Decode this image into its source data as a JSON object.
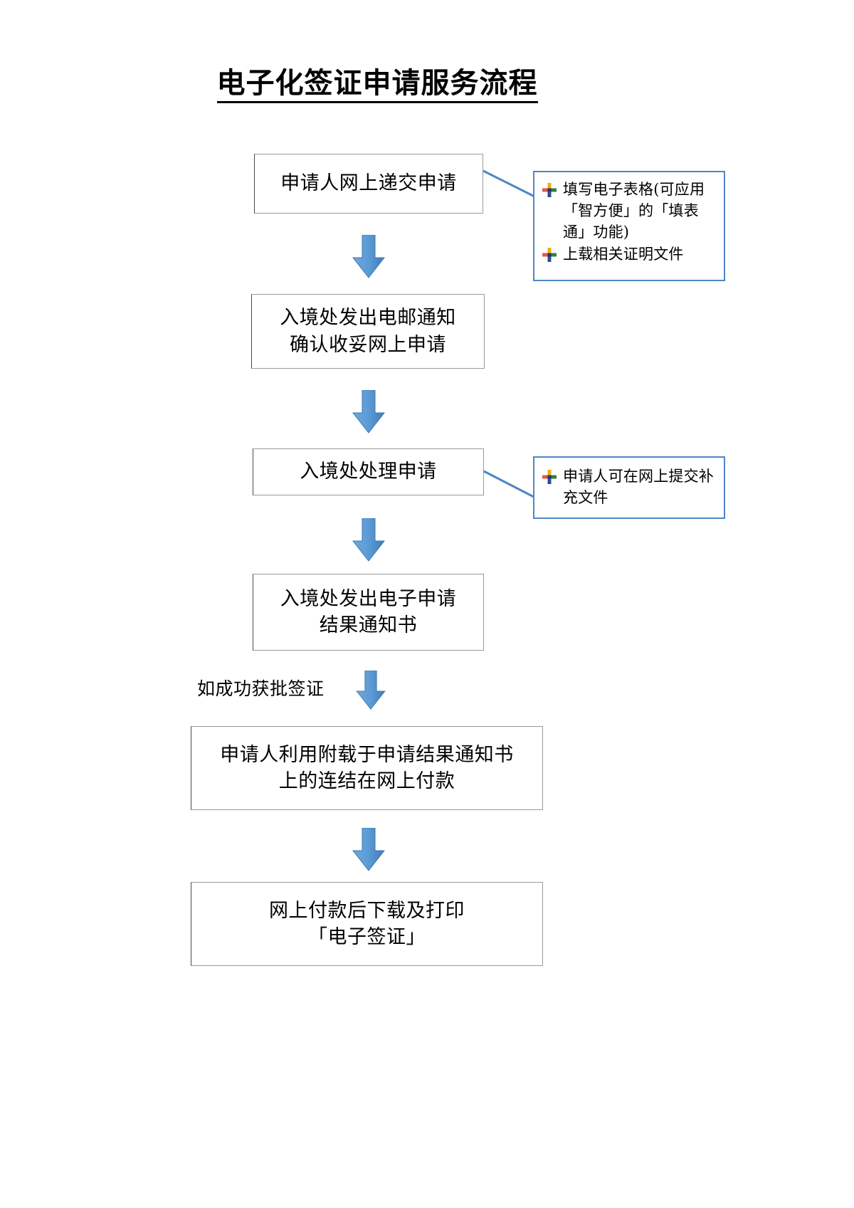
{
  "document": {
    "title": "电子化签证申请服务流程"
  },
  "flow": {
    "steps": [
      {
        "id": "step-1",
        "lines": [
          "申请人网上递交申请"
        ]
      },
      {
        "id": "step-2",
        "lines": [
          "入境处发出电邮通知",
          "确认收妥网上申请"
        ]
      },
      {
        "id": "step-3",
        "lines": [
          "入境处处理申请"
        ]
      },
      {
        "id": "step-4",
        "lines": [
          "入境处发出电子申请",
          "结果通知书"
        ]
      },
      {
        "id": "step-5",
        "lines": [
          "申请人利用附载于申请结果通知书",
          "上的连结在网上付款"
        ]
      },
      {
        "id": "step-6",
        "lines": [
          "网上付款后下载及打印",
          "「电子签证」"
        ]
      }
    ],
    "condition_label": "如成功获批签证"
  },
  "callouts": [
    {
      "id": "callout-1",
      "attached_to": "step-1",
      "items": [
        "填写电子表格(可应用「智方便」的「填表通」功能)",
        "上载相关证明文件"
      ]
    },
    {
      "id": "callout-2",
      "attached_to": "step-3",
      "items": [
        "申请人可在网上提交补充文件"
      ]
    }
  ],
  "icons": {
    "bullet": "four-color-cross-bullet-icon",
    "arrow": "down-arrow-icon"
  },
  "colors": {
    "accent_blue": "#4f86c6",
    "arrow_fill": "#5b9bd5",
    "arrow_stroke": "#2e5f8a",
    "box_border": "#9a9a9a",
    "text": "#000000"
  }
}
